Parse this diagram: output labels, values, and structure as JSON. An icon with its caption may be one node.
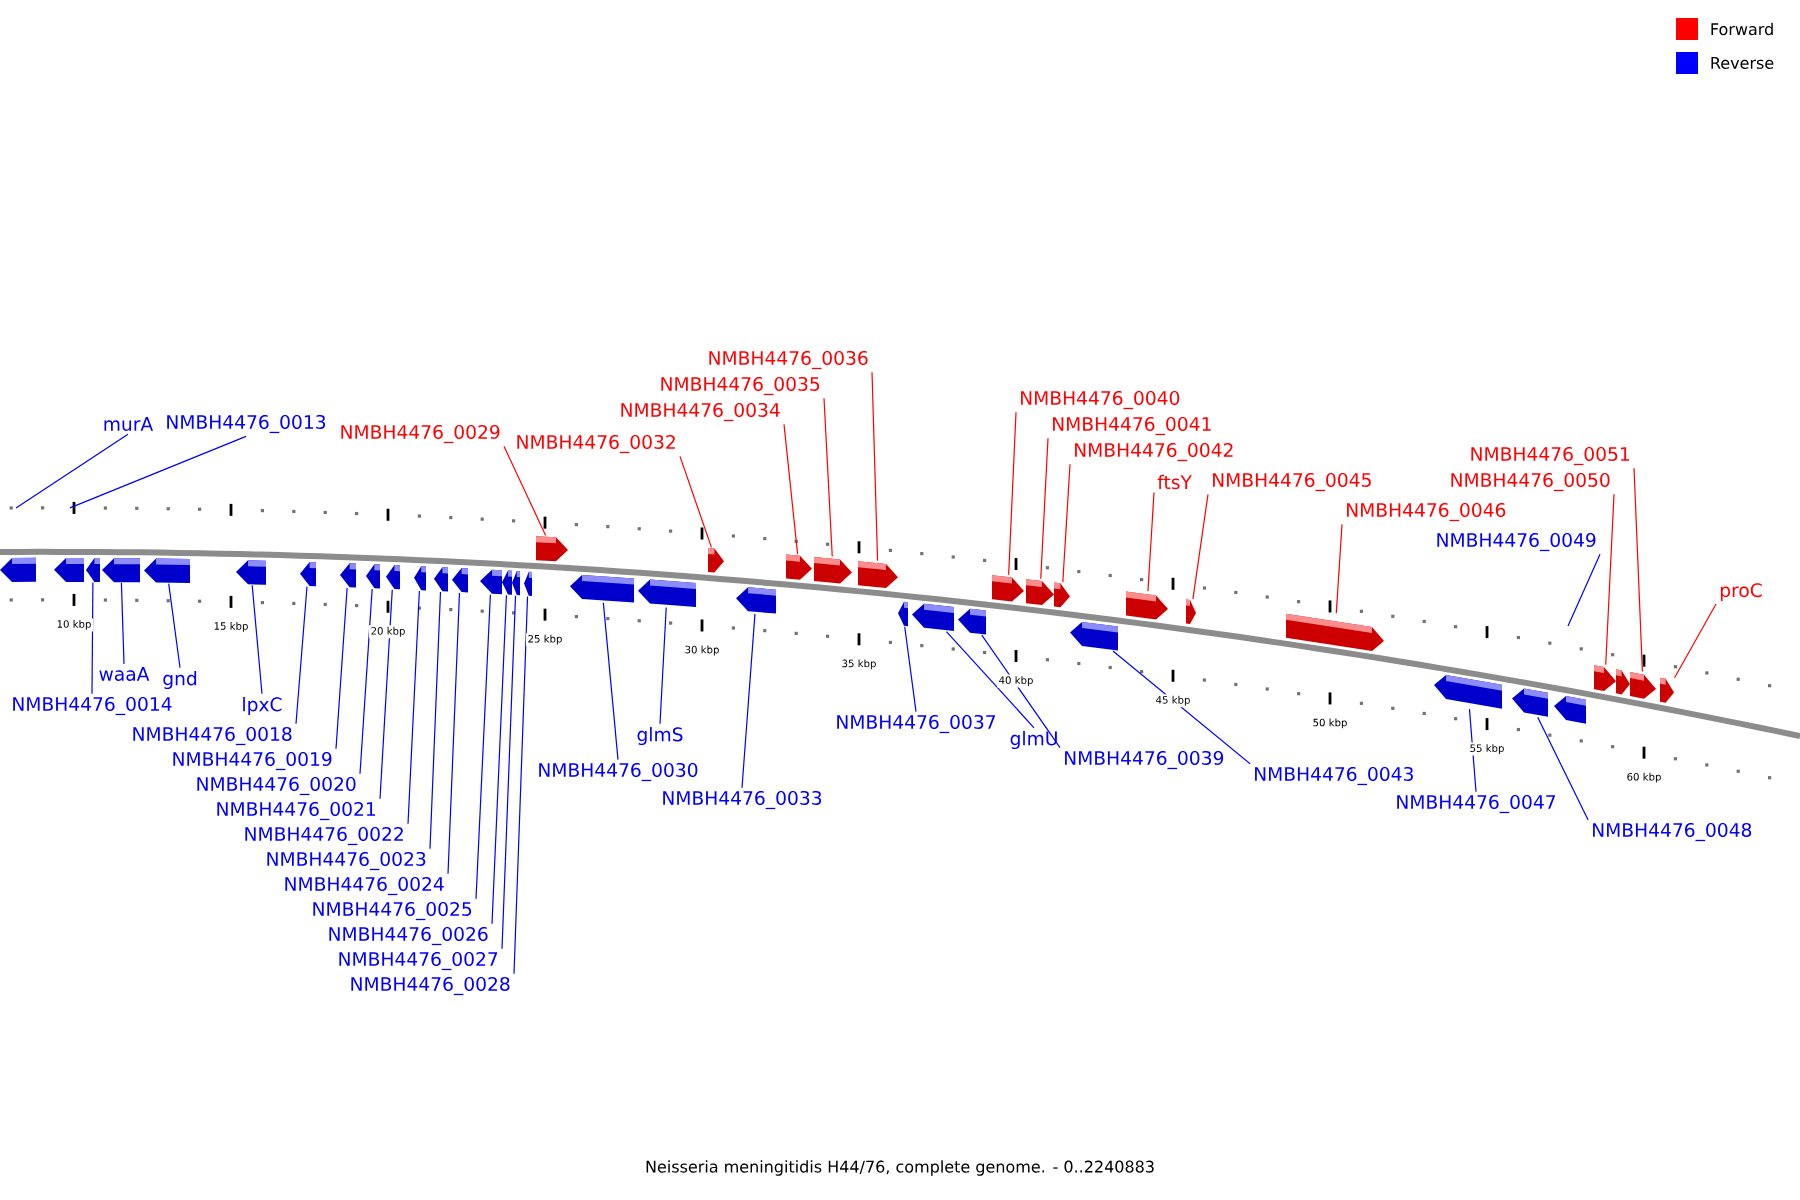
{
  "diagram": {
    "caption": "Neisseria meningitidis H44/76, complete genome. - 0..2240883",
    "nodes": [
      {
        "text": [
          "murA"
        ]
      },
      {
        "text": [
          "NMBH4476_0013"
        ]
      },
      {
        "text": [
          "NMBH4476_0029"
        ]
      },
      {
        "text": [
          "NMBH4476_0032"
        ]
      },
      {
        "text": [
          "NMBH4476_0034"
        ]
      },
      {
        "text": [
          "NMBH4476_0035"
        ]
      },
      {
        "text": [
          "NMBH4476_0036"
        ]
      },
      {
        "text": [
          "NMBH4476_0040"
        ]
      },
      {
        "text": [
          "NMBH4476_0041"
        ]
      },
      {
        "text": [
          "NMBH4476_0042"
        ]
      },
      {
        "text": [
          "ftsY"
        ]
      },
      {
        "text": [
          "NMBH4476_0045"
        ]
      },
      {
        "text": [
          "NMBH4476_0046"
        ]
      },
      {
        "text": [
          "NMBH4476_0049"
        ]
      },
      {
        "text": [
          "NMBH4476_0051"
        ]
      },
      {
        "text": [
          "NMBH4476_0050"
        ]
      },
      {
        "text": [
          "proC"
        ]
      },
      {
        "text": [
          "waaA"
        ]
      },
      {
        "text": [
          "gnd"
        ]
      },
      {
        "text": [
          "NMBH4476_0014"
        ]
      },
      {
        "text": [
          "lpxC"
        ]
      },
      {
        "text": [
          "NMBH4476_0025"
        ]
      },
      {
        "text": [
          "NMBH4476_0018"
        ]
      },
      {
        "text": [
          "glmS"
        ]
      },
      {
        "text": [
          "NMBH4476_0028"
        ]
      },
      {
        "text": [
          "NMBH4476_0019"
        ]
      },
      {
        "text": [
          "NMBH4476_0030"
        ]
      },
      {
        "text": [
          "NMBH4476_0020"
        ]
      },
      {
        "text": [
          "NMBH4476_0033"
        ]
      },
      {
        "text": [
          "NMBH4476_0037"
        ]
      },
      {
        "text": [
          "glmU"
        ]
      },
      {
        "text": [
          "NMBH4476_0039"
        ]
      },
      {
        "text": [
          "NMBH4476_0043"
        ]
      },
      {
        "text": [
          "NMBH4476_0047"
        ]
      },
      {
        "text": [
          "NMBH4476_0048"
        ]
      },
      {
        "text": [
          "NMBH4476_0021"
        ]
      },
      {
        "text": [
          "NMBH4476_0022"
        ]
      },
      {
        "text": [
          "NMBH4476_0023"
        ]
      },
      {
        "text": [
          "NMBH4476_0024"
        ]
      },
      {
        "text": [
          "NMBH4476_0026"
        ]
      },
      {
        "text": [
          "NMBH4476_0027"
        ]
      },
      {
        "text": [],
        "shape": "arrow"
      },
      {
        "text": [],
        "shape": "arrow"
      },
      {
        "text": [],
        "shape": "arrow"
      },
      {
        "text": [],
        "shape": "arrow"
      },
      {
        "text": [],
        "shape": "arrow"
      },
      {
        "text": [],
        "shape": "arrow"
      },
      {
        "text": [],
        "shape": "arrow"
      },
      {
        "text": [],
        "shape": "arrow"
      },
      {
        "text": [],
        "shape": "arrow"
      },
      {
        "text": [],
        "shape": "arrow"
      },
      {
        "text": [],
        "shape": "arrow"
      },
      {
        "text": [],
        "shape": "arrow"
      },
      {
        "text": [],
        "shape": "arrow"
      },
      {
        "text": [],
        "shape": "arrow"
      },
      {
        "text": [],
        "shape": "arrow"
      },
      {
        "text": [],
        "shape": "arrow"
      },
      {
        "text": [],
        "shape": "arrow"
      },
      {
        "text": [],
        "shape": "arrow"
      },
      {
        "text": [],
        "shape": "arrow"
      },
      {
        "text": [],
        "shape": "arrow"
      },
      {
        "text": [],
        "shape": "arrow"
      },
      {
        "text": [],
        "shape": "arrow"
      },
      {
        "text": [],
        "shape": "arrow"
      },
      {
        "text": [],
        "shape": "arrow"
      },
      {
        "text": [],
        "shape": "arrow"
      },
      {
        "text": [],
        "shape": "arrow"
      },
      {
        "text": [],
        "shape": "arrow"
      },
      {
        "text": [],
        "shape": "arrow"
      },
      {
        "text": [],
        "shape": "arrow"
      },
      {
        "text": [],
        "shape": "arrow"
      },
      {
        "text": [],
        "shape": "arrow"
      },
      {
        "text": [],
        "shape": "arrow"
      },
      {
        "text": [],
        "shape": "arrow"
      },
      {
        "text": [],
        "shape": "arrow"
      },
      {
        "text": [],
        "shape": "arrow"
      },
      {
        "text": [],
        "shape": "arrow"
      },
      {
        "text": [],
        "shape": "arrow"
      },
      {
        "text": [],
        "shape": "arrow"
      },
      {
        "text": [],
        "shape": "arrow"
      },
      {
        "text": [],
        "shape": "arrow"
      },
      {
        "text": [],
        "shape": "arrow"
      },
      {
        "text": [],
        "shape": "arrow"
      }
    ],
    "edges": [
      {
        "from": 0,
        "to": null,
        "arrow": "none"
      },
      {
        "from": 1,
        "to": null,
        "arrow": "none"
      },
      {
        "from": 2,
        "to": 58,
        "arrow": "none",
        "color": "#ff0000"
      },
      {
        "from": 3,
        "to": 61,
        "arrow": "none",
        "color": "#ff0000"
      },
      {
        "from": 4,
        "to": 63,
        "arrow": "none",
        "color": "#ff0000"
      },
      {
        "from": 5,
        "to": 64,
        "arrow": "none",
        "color": "#ff0000"
      },
      {
        "from": 6,
        "to": 65,
        "arrow": "none",
        "color": "#ff0000"
      },
      {
        "from": 7,
        "to": 69,
        "arrow": "none",
        "color": "#ff0000"
      },
      {
        "from": 8,
        "to": 70,
        "arrow": "none",
        "color": "#ff0000"
      },
      {
        "from": 9,
        "to": 71,
        "arrow": "none",
        "color": "#ff0000"
      },
      {
        "from": 10,
        "to": 73,
        "arrow": "none",
        "color": "#ff0000"
      },
      {
        "from": 11,
        "to": 74,
        "arrow": "none",
        "color": "#ff0000"
      },
      {
        "from": 12,
        "to": 75,
        "arrow": "none",
        "color": "#ff0000"
      },
      {
        "from": 13,
        "to": null,
        "arrow": "none"
      },
      {
        "from": 14,
        "to": 81,
        "arrow": "none",
        "color": "#ff0000"
      },
      {
        "from": 15,
        "to": 79,
        "arrow": "none",
        "color": "#ff0000"
      },
      {
        "from": 16,
        "to": 82,
        "arrow": "none",
        "color": "#ff0000"
      },
      {
        "from": 17,
        "to": 44,
        "arrow": "none"
      },
      {
        "from": 18,
        "to": 45,
        "arrow": "none"
      },
      {
        "from": 19,
        "to": 43,
        "arrow": "none"
      },
      {
        "from": 20,
        "to": 46,
        "arrow": "none"
      },
      {
        "from": 21,
        "to": 54,
        "arrow": "none"
      },
      {
        "from": 22,
        "to": 47,
        "arrow": "none"
      },
      {
        "from": 23,
        "to": 60,
        "arrow": "none"
      },
      {
        "from": 24,
        "to": 57,
        "arrow": "none"
      },
      {
        "from": 25,
        "to": 48,
        "arrow": "none"
      },
      {
        "from": 26,
        "to": 59,
        "arrow": "none"
      },
      {
        "from": 27,
        "to": 49,
        "arrow": "none"
      },
      {
        "from": 28,
        "to": 62,
        "arrow": "none"
      },
      {
        "from": 29,
        "to": 66,
        "arrow": "none"
      },
      {
        "from": 30,
        "to": 67,
        "arrow": "none"
      },
      {
        "from": 31,
        "to": 68,
        "arrow": "none"
      },
      {
        "from": 32,
        "to": 72,
        "arrow": "none"
      },
      {
        "from": 33,
        "to": 76,
        "arrow": "none"
      },
      {
        "from": 34,
        "to": 77,
        "arrow": "none"
      },
      {
        "from": 35,
        "to": 50,
        "arrow": "none"
      },
      {
        "from": 36,
        "to": 51,
        "arrow": "none"
      },
      {
        "from": 37,
        "to": 52,
        "arrow": "none"
      },
      {
        "from": 38,
        "to": 53,
        "arrow": "none"
      },
      {
        "from": 39,
        "to": 55,
        "arrow": "none"
      },
      {
        "from": 40,
        "to": 56,
        "arrow": "none"
      }
    ],
    "labels": [
      "10 kbp",
      "15 kbp",
      "20 kbp",
      "25 kbp",
      "30 kbp",
      "35 kbp",
      "40 kbp",
      "45 kbp",
      "50 kbp",
      "55 kbp",
      "60 kbp"
    ],
    "legend": [
      {
        "text": "Forward",
        "color": "#ff0000"
      },
      {
        "text": "Reverse",
        "color": "#0000ff"
      }
    ]
  }
}
